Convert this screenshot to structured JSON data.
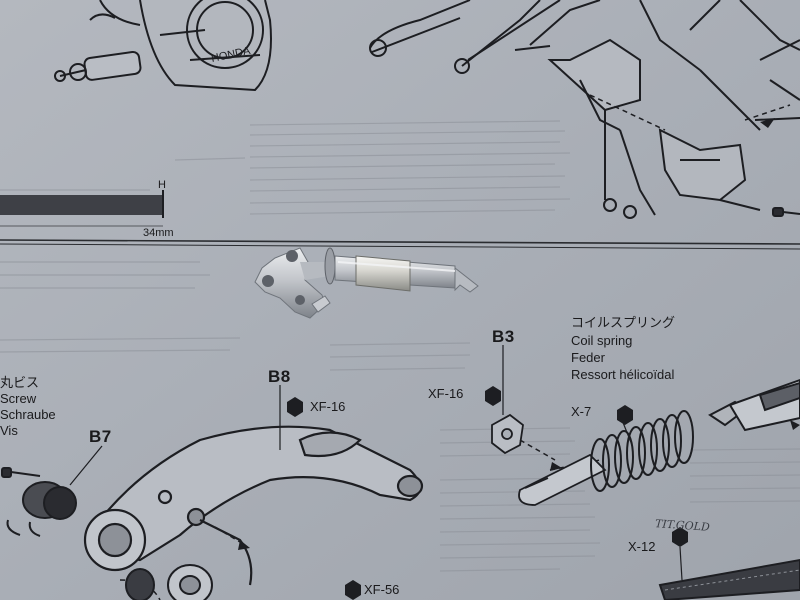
{
  "labels": {
    "dim_h": "H",
    "dim_34": "34mm",
    "b7": "B7",
    "b8": "B8",
    "b3": "B3",
    "xf16_left": "XF-16",
    "xf16_right": "XF-16",
    "x7": "X-7",
    "x12": "X-12",
    "xf56": "XF-56",
    "screw_jp": "丸ビス",
    "screw_en": "Screw",
    "screw_de": "Schraube",
    "screw_fr": "Vis",
    "spring_jp": "コイルスプリング",
    "spring_en": "Coil spring",
    "spring_de": "Feder",
    "spring_fr": "Ressort hélicoïdal",
    "handwritten_note": "TIT.GOLD"
  },
  "colors": {
    "paper": "#a9aeb6",
    "ink": "#1a1a1c",
    "faint_text": "#7a7f86",
    "metal": "#c9ccd1"
  }
}
